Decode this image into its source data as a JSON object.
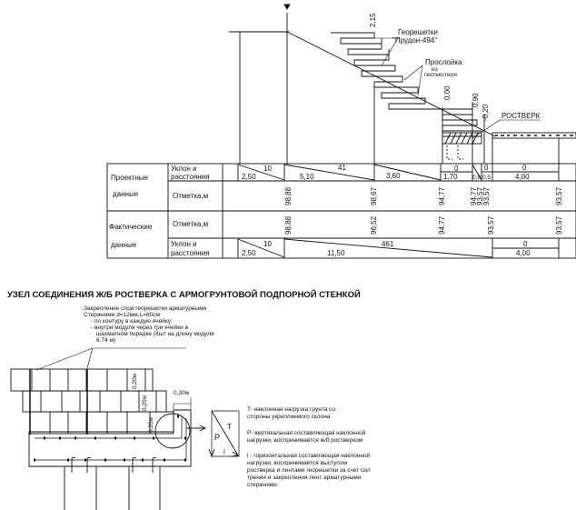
{
  "section_view": {
    "dim_top": "2,15",
    "label_georeshetki_1": "Георешетки",
    "label_georeshetki_2": "\"Прудон-494\"",
    "label_prosloika_1": "Прослойка",
    "label_prosloika_2": "из",
    "label_prosloika_3": "геотекстиля",
    "mark_000": "0,00",
    "mark_090": "0,90",
    "mark_m020": "-0,20",
    "label_rostverk": "РОСТВЕРК"
  },
  "table": {
    "project_label_1": "Проектные",
    "project_label_2": "данные",
    "fact_label_1": "Фактические",
    "fact_label_2": "данные",
    "slope_label_1": "Уклон и",
    "slope_label_2": "расстояния",
    "elev_label": "Отметка,м",
    "project_slopes": [
      {
        "slope": "10",
        "dist": "2,50"
      },
      {
        "slope": "41",
        "dist": "5,10"
      },
      {
        "slope": "",
        "dist": "3,60"
      },
      {
        "slope": "0",
        "dist": "1,70"
      },
      {
        "slope": "",
        "dist": "0,8"
      },
      {
        "slope": "0",
        "dist": "0,5"
      },
      {
        "slope": "0",
        "dist": "4,00"
      }
    ],
    "project_elevations": [
      "98,88",
      "98,67",
      "94,77",
      "94,77",
      "93,57",
      "93,57",
      "93,57"
    ],
    "fact_elevations": [
      "98,88",
      "96,52",
      "94,77",
      "93,57",
      "93,57"
    ],
    "fact_slopes": [
      {
        "slope": "10",
        "dist": "2,50"
      },
      {
        "slope": "461",
        "dist": "11,50"
      },
      {
        "slope": "0",
        "dist": "4,00"
      }
    ]
  },
  "detail": {
    "title": "УЗЕЛ СОЕДИНЕНИЯ Ж/Б РОСТВЕРКА С АРМОГРУНТОВОЙ ПОДПОРНОЙ СТЕНКОЙ",
    "note_lines": [
      "Закрепление слоя георешетки арматурными",
      "Стержнями d=12мм,L=80см:",
      "- по контуру в каждую ячейку;",
      "- внутри модуля через три  ячейки  в",
      "шахматном порядке (8шт на длину модуля",
      "6.74 м)"
    ],
    "dim_020": "0,20м",
    "dim_030": "0,30м",
    "force_T": "T",
    "force_P": "P",
    "force_i": "i",
    "legend": [
      [
        "T- наклонная нагрузка грунта со",
        "стороны укрепляемого склона"
      ],
      [
        "P- вертикальная составляющая наклонной",
        "нагрузки, воспринимается ж/б ростверком"
      ],
      [
        "i - горизонтальная составляющая наклонной",
        "нагрузки,  воспринимается  выступом",
        "ростверка и лентами георешетки за счет сил",
        "трения и закрепления лент арматурными",
        "стержнями."
      ]
    ]
  }
}
